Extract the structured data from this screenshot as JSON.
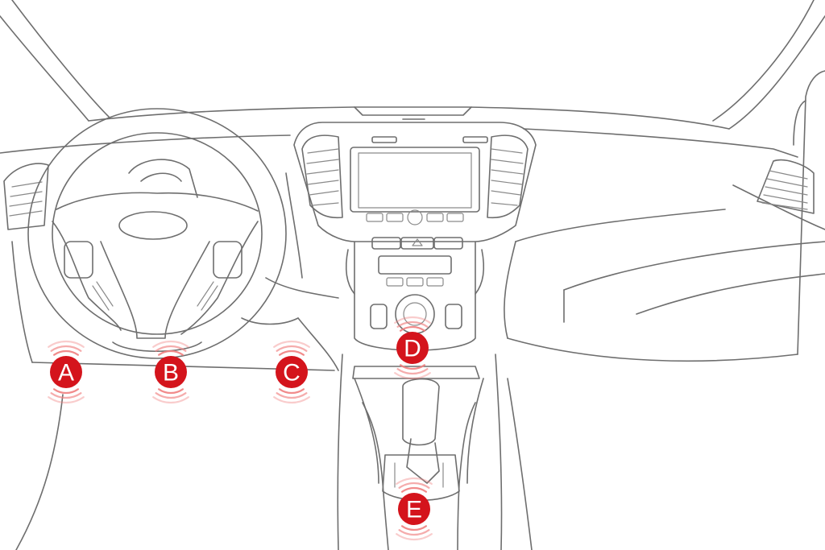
{
  "colors": {
    "marker_fill": "#d4141c",
    "wave": "#ef7f7f",
    "line": "#6e6e6e",
    "background": "#ffffff"
  },
  "markers": [
    {
      "label": "A",
      "name": "marker-a"
    },
    {
      "label": "B",
      "name": "marker-b"
    },
    {
      "label": "C",
      "name": "marker-c"
    },
    {
      "label": "D",
      "name": "marker-d"
    },
    {
      "label": "E",
      "name": "marker-e"
    }
  ]
}
